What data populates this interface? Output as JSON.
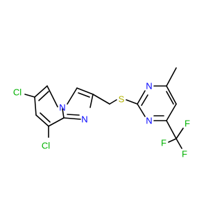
{
  "molecule": {
    "colors": {
      "carbon": "#000000",
      "nitrogen": "#0000ff",
      "sulfur": "#b2b200",
      "chlorine": "#00b200",
      "fluorine": "#00b200",
      "background": "#ffffff"
    },
    "atoms": {
      "cl_6": "Cl",
      "cl_8": "Cl",
      "n_bridge": "N",
      "n_imidazole": "N",
      "s_thioether": "S",
      "n_pyrimidine_3": "N",
      "n_pyrimidine_1": "N",
      "f_top": "F",
      "f_left": "F",
      "f_bottom": "F"
    }
  }
}
